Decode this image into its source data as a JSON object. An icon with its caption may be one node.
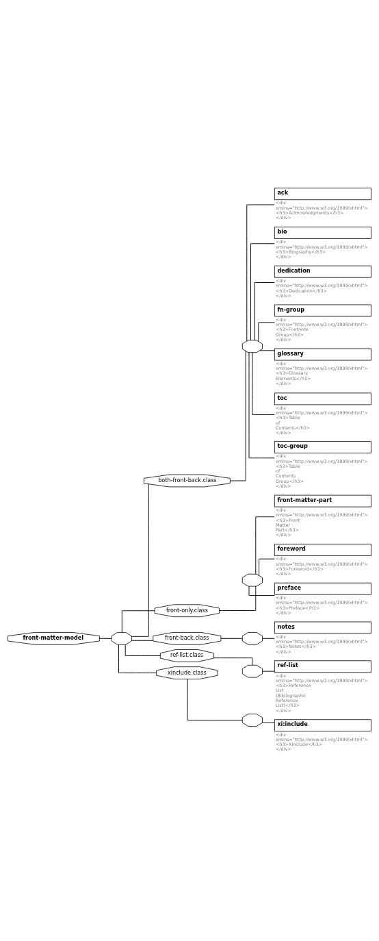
{
  "diagram": {
    "nodes": [
      {
        "text": [
          "front-matter-model"
        ]
      },
      {
        "text": [],
        "shape": "octagon"
      },
      {
        "text": [
          "both-front-back.class"
        ]
      },
      {
        "text": [],
        "shape": "octagon"
      },
      {
        "text": [
          "ack"
        ],
        "beside": [
          "<div xmlns=\"http://www.w3.org/1999/xhtml\"> <h3>Acknowledgments</h3> </div>"
        ]
      },
      {
        "text": [
          "bio"
        ],
        "beside": [
          "<div xmlns=\"http://www.w3.org/1999/xhtml\"> <h3>Biography</h3> </div>"
        ]
      },
      {
        "text": [
          "dedication"
        ],
        "beside": [
          "<div xmlns=\"http://www.w3.org/1999/xhtml\"> <h3>Dedication</h3> </div>"
        ]
      },
      {
        "text": [
          "fn-group"
        ],
        "beside": [
          "<div xmlns=\"http://www.w3.org/1999/xhtml\"> <h3>Footnote Group</h3> </div>"
        ]
      },
      {
        "text": [
          "glossary"
        ],
        "beside": [
          "<div xmlns=\"http://www.w3.org/1999/xhtml\"> <h3>Glossary Elements</h3> </div>"
        ]
      },
      {
        "text": [
          "toc"
        ],
        "beside": [
          "<div xmlns=\"http://www.w3.org/1999/xhtml\"> <h3>Table of Contents</h3> </div>"
        ]
      },
      {
        "text": [
          "toc-group"
        ],
        "beside": [
          "<div xmlns=\"http://www.w3.org/1999/xhtml\"> <h3>Table of Contents Group</h3> </div>"
        ]
      },
      {
        "text": [
          "front-only.class"
        ]
      },
      {
        "text": [],
        "shape": "octagon"
      },
      {
        "text": [
          "front-matter-part"
        ],
        "beside": [
          "<div xmlns=\"http://www.w3.org/1999/xhtml\"> <h3>Front Matter Part</h3> </div>"
        ]
      },
      {
        "text": [
          "foreword"
        ],
        "beside": [
          "<div xmlns=\"http://www.w3.org/1999/xhtml\"> <h3>Foreword</h3> </div>"
        ]
      },
      {
        "text": [
          "preface"
        ],
        "beside": [
          "<div xmlns=\"http://www.w3.org/1999/xhtml\"> <h3>Preface</h3> </div>"
        ]
      },
      {
        "text": [
          "front-back.class"
        ]
      },
      {
        "text": [],
        "shape": "octagon"
      },
      {
        "text": [
          "notes"
        ],
        "beside": [
          "<div xmlns=\"http://www.w3.org/1999/xhtml\"> <h3>Notes</h3> </div>"
        ]
      },
      {
        "text": [
          "ref-list.class"
        ]
      },
      {
        "text": [],
        "shape": "octagon"
      },
      {
        "text": [
          "ref-list"
        ],
        "beside": [
          "<div xmlns=\"http://www.w3.org/1999/xhtml\"> <h3>Reference List (Bibliographic Reference List)</h3> </div>"
        ]
      },
      {
        "text": [
          "xinclude.class"
        ]
      },
      {
        "text": [],
        "shape": "octagon"
      },
      {
        "text": [
          "xi:include"
        ],
        "beside": [
          "<div xmlns=\"http://www.w3.org/1999/xhtml\"> <h3>Xinclude</h3> </div>"
        ]
      }
    ],
    "edges": [
      {
        "from": 0,
        "to": 1,
        "arrow": "none"
      },
      {
        "from": 1,
        "to": 2,
        "arrow": "none"
      },
      {
        "from": 2,
        "to": 3,
        "arrow": "none"
      },
      {
        "from": 3,
        "to": 4,
        "arrow": "none"
      },
      {
        "from": 3,
        "to": 5,
        "arrow": "none"
      },
      {
        "from": 3,
        "to": 6,
        "arrow": "none"
      },
      {
        "from": 3,
        "to": 7,
        "arrow": "none"
      },
      {
        "from": 3,
        "to": 8,
        "arrow": "none"
      },
      {
        "from": 3,
        "to": 9,
        "arrow": "none"
      },
      {
        "from": 3,
        "to": 10,
        "arrow": "none"
      },
      {
        "from": 1,
        "to": 11,
        "arrow": "none"
      },
      {
        "from": 11,
        "to": 12,
        "arrow": "none"
      },
      {
        "from": 12,
        "to": 13,
        "arrow": "none"
      },
      {
        "from": 12,
        "to": 14,
        "arrow": "none"
      },
      {
        "from": 12,
        "to": 15,
        "arrow": "none"
      },
      {
        "from": 1,
        "to": 16,
        "arrow": "none"
      },
      {
        "from": 16,
        "to": 17,
        "arrow": "none"
      },
      {
        "from": 17,
        "to": 18,
        "arrow": "none"
      },
      {
        "from": 1,
        "to": 19,
        "arrow": "none"
      },
      {
        "from": 19,
        "to": 20,
        "arrow": "none"
      },
      {
        "from": 20,
        "to": 21,
        "arrow": "none"
      },
      {
        "from": 1,
        "to": 22,
        "arrow": "none"
      },
      {
        "from": 22,
        "to": 23,
        "arrow": "none"
      },
      {
        "from": 23,
        "to": 24,
        "arrow": "none"
      }
    ]
  }
}
